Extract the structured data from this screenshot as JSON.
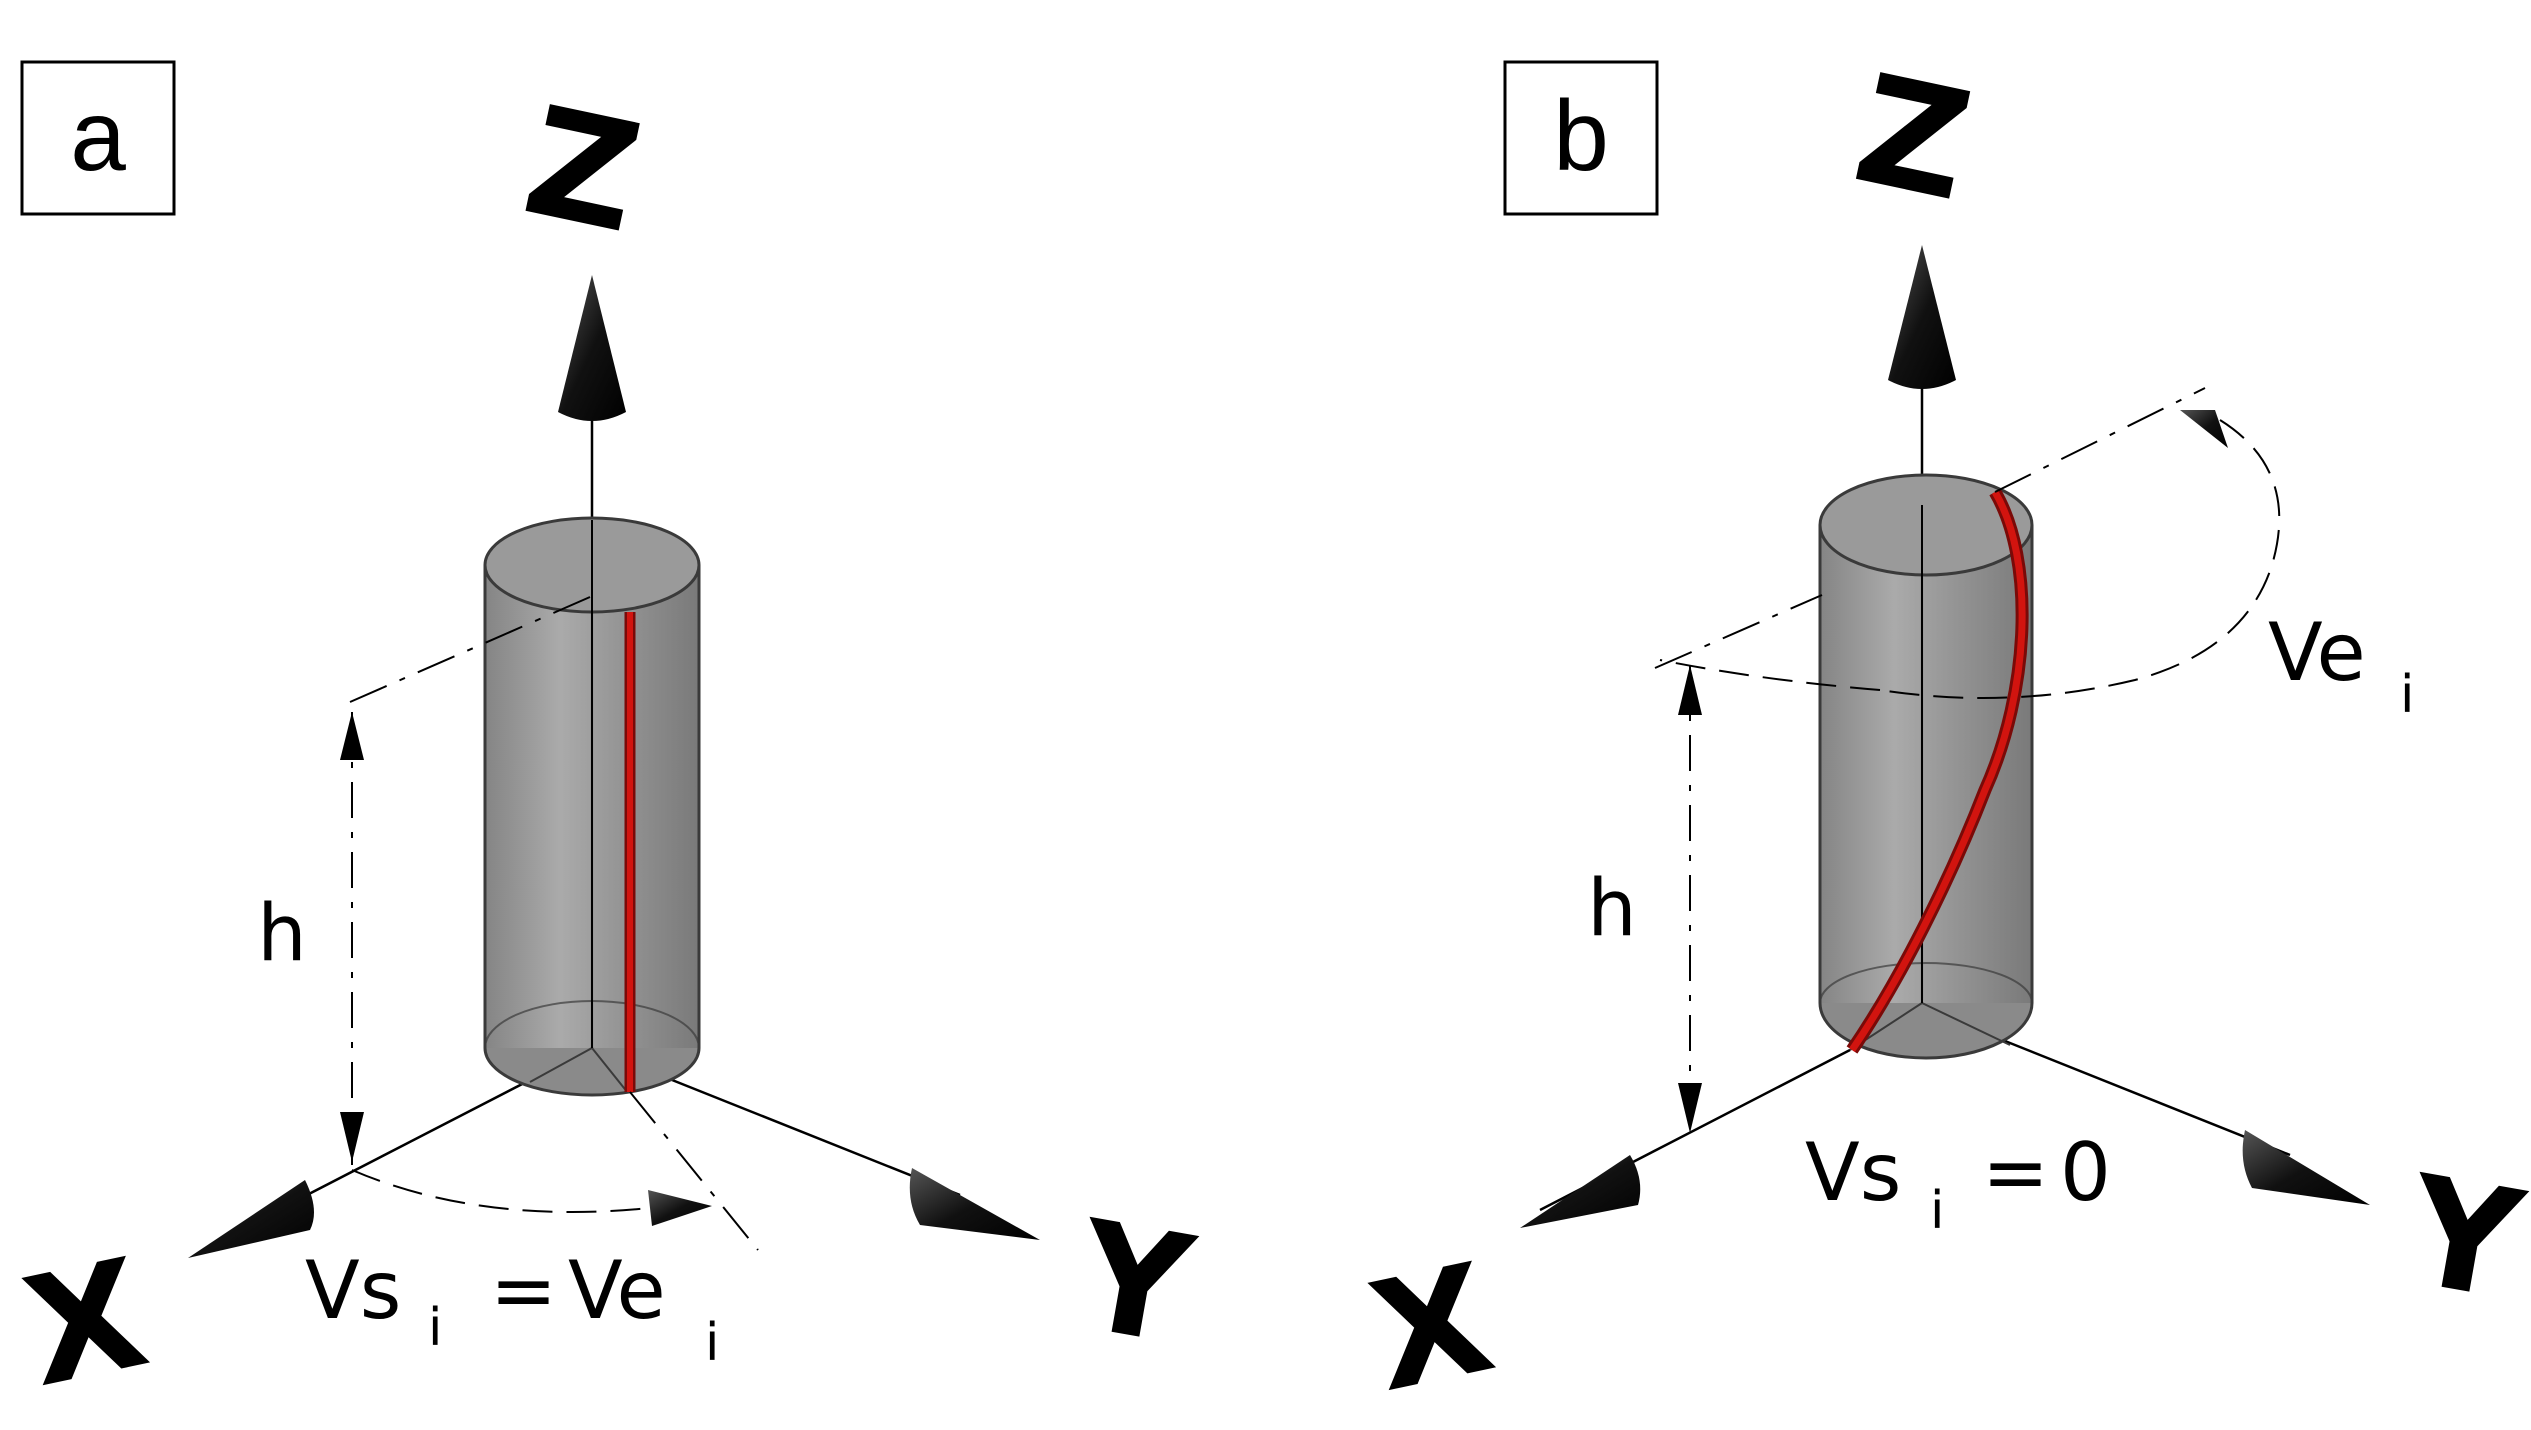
{
  "panels": [
    {
      "id": "a",
      "tag": "a",
      "axes": {
        "z": "Z",
        "x": "X",
        "y": "Y"
      },
      "height_label": "h",
      "velocity": {
        "lhs": "Vs",
        "lhs_sub": "i",
        "eq": "=",
        "rhs": "Ve",
        "rhs_sub": "i"
      }
    },
    {
      "id": "b",
      "tag": "b",
      "axes": {
        "z": "Z",
        "x": "X",
        "y": "Y"
      },
      "height_label": "h",
      "velocity_top": {
        "main": "Ve",
        "sub": "i"
      },
      "velocity_bottom": {
        "main": "Vs",
        "sub": "i",
        "eq": "=",
        "value": "0"
      }
    }
  ],
  "colors": {
    "cylinder_fill": "#8c8c8c",
    "cylinder_edge": "#3a3a3a",
    "fiber": "#c0130f",
    "axis": "#000000",
    "tag_border": "#000000"
  }
}
